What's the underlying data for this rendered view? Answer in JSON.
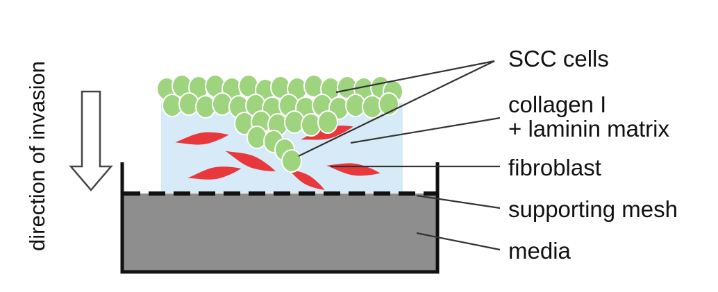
{
  "labels": {
    "direction": "direction of invasion",
    "scc": "SCC cells",
    "matrix_line1": "collagen I",
    "matrix_line2": "+ laminin matrix",
    "fibroblast": "fibroblast",
    "mesh": "supporting mesh",
    "media": "media"
  },
  "colors": {
    "cells_fill": "#9fd47f",
    "cells_stroke": "#ffffff",
    "matrix": "#d6ebf7",
    "fibroblast": "#e8383c",
    "media": "#8e8e8e",
    "outline": "#111111",
    "leader": "#333333"
  }
}
